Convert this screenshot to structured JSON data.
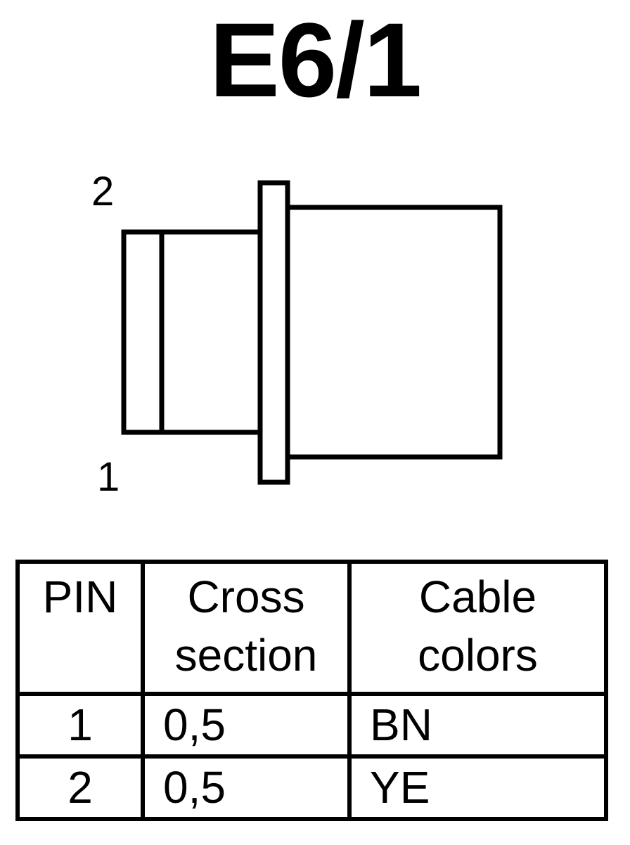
{
  "title": "E6/1",
  "connector": {
    "pin_labels": {
      "top": "2",
      "bottom": "1"
    },
    "line_color": "#000000"
  },
  "table": {
    "headers": {
      "pin": "PIN",
      "cross_section_line1": "Cross",
      "cross_section_line2": "section",
      "cable_colors_line1": "Cable",
      "cable_colors_line2": "colors"
    },
    "rows": [
      {
        "pin": "1",
        "cross_section": "0,5",
        "cable_color": "BN"
      },
      {
        "pin": "2",
        "cross_section": "0,5",
        "cable_color": "YE"
      }
    ]
  }
}
